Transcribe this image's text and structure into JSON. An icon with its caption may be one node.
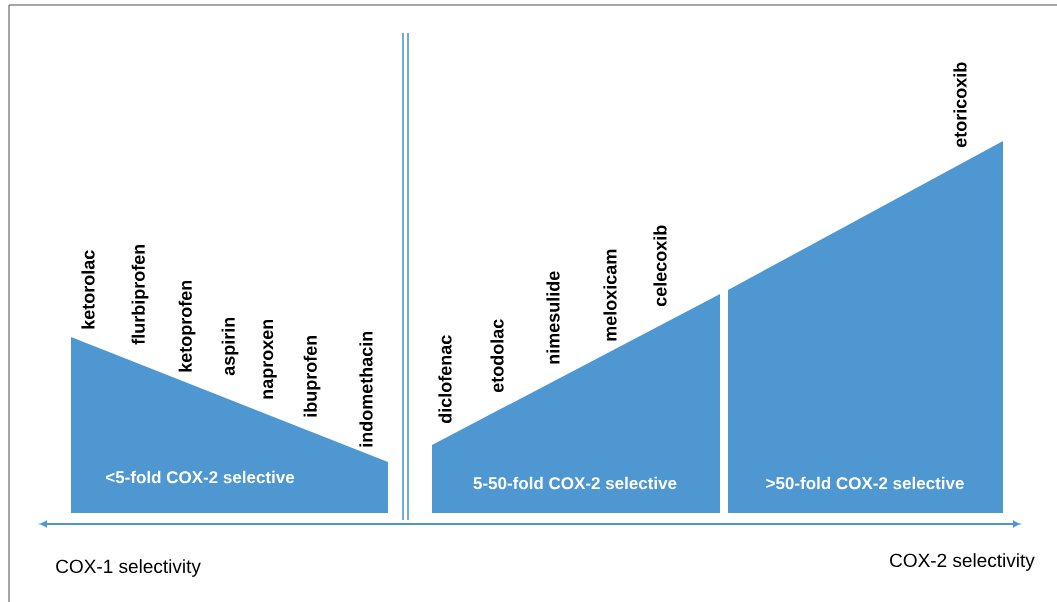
{
  "diagram": {
    "nodes": [
      {
        "text": [
          "<5-fold COX-2 selective"
        ]
      },
      {
        "text": [
          "5-50-fold COX-2 selective"
        ]
      },
      {
        "text": [
          ">50-fold COX-2 selective"
        ]
      }
    ],
    "labels": [
      "ketorolac",
      "flurbiprofen",
      "ketoprofen",
      "aspirin",
      "naproxen",
      "ibuprofen",
      "indomethacin",
      "diclofenac",
      "etodolac",
      "nimesulide",
      "meloxicam",
      "celecoxib",
      "etoricoxib",
      "COX-1 selectivity",
      "COX-2 selectivity"
    ]
  }
}
